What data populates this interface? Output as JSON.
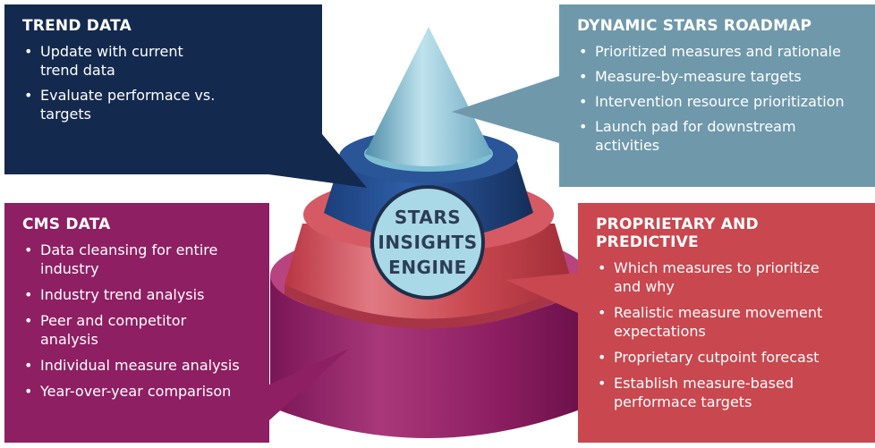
{
  "engine": {
    "lines": [
      "STARS",
      "INSIGHTS",
      "ENGINE"
    ]
  },
  "panels": {
    "trend": {
      "title": "TREND DATA",
      "bullets": [
        "Update with current trend data",
        "Evaluate performace vs. targets"
      ]
    },
    "roadmap": {
      "title": "DYNAMIC STARS ROADMAP",
      "bullets": [
        "Prioritized measures and rationale",
        "Measure-by-measure targets",
        "Intervention resource prioritization",
        "Launch pad for downstream activities"
      ]
    },
    "cms": {
      "title": "CMS DATA",
      "bullets": [
        "Data cleansing for entire industry",
        "Industry trend analysis",
        "Peer and competitor analysis",
        "Individual measure analysis",
        "Year-over-year comparison"
      ]
    },
    "proprietary": {
      "title": "PROPRIETARY AND PREDICTIVE",
      "bullets": [
        "Which measures to prioritize and why",
        "Realistic measure movement expectations",
        "Proprietary cutpoint forecast",
        "Establish measure-based performace targets"
      ]
    }
  },
  "colors": {
    "trend": "#14294e",
    "roadmap": "#6f98ab",
    "cms": "#8e1f62",
    "proprietary": "#c9474f",
    "engine_circle": "#a9d9e6",
    "engine_text": "#2e3d57"
  }
}
